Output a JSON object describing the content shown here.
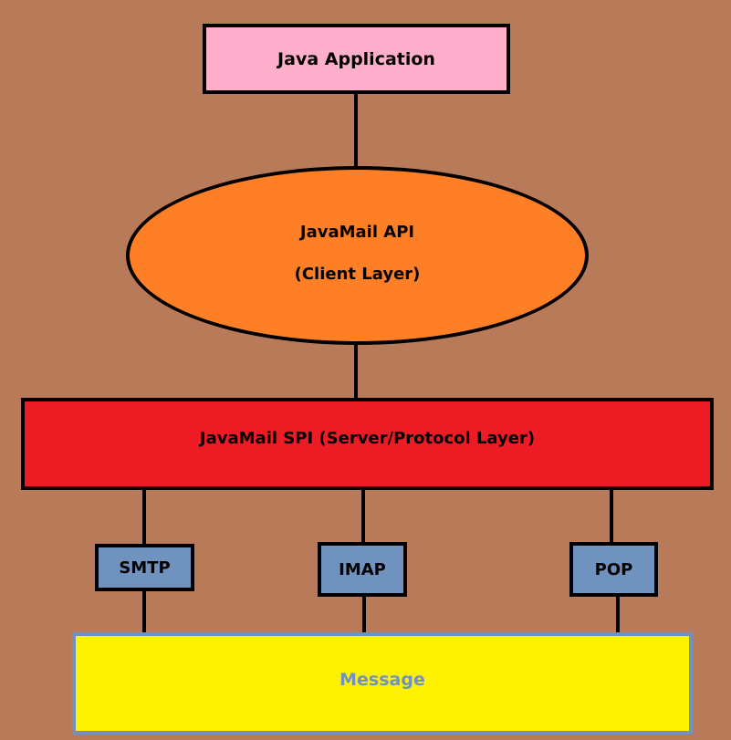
{
  "nodes": {
    "app": "Java Application",
    "api_line1": "JavaMail API",
    "api_line2": "(Client Layer)",
    "spi": "JavaMail SPI (Server/Protocol Layer)",
    "smtp": "SMTP",
    "imap": "IMAP",
    "pop": "POP",
    "message": "Message"
  },
  "colors": {
    "background": "#b87a58",
    "app": "#ffaecb",
    "api": "#ff7f27",
    "spi": "#ed1c24",
    "protocol": "#7092be",
    "message": "#fff200",
    "message_text": "#7092be"
  }
}
